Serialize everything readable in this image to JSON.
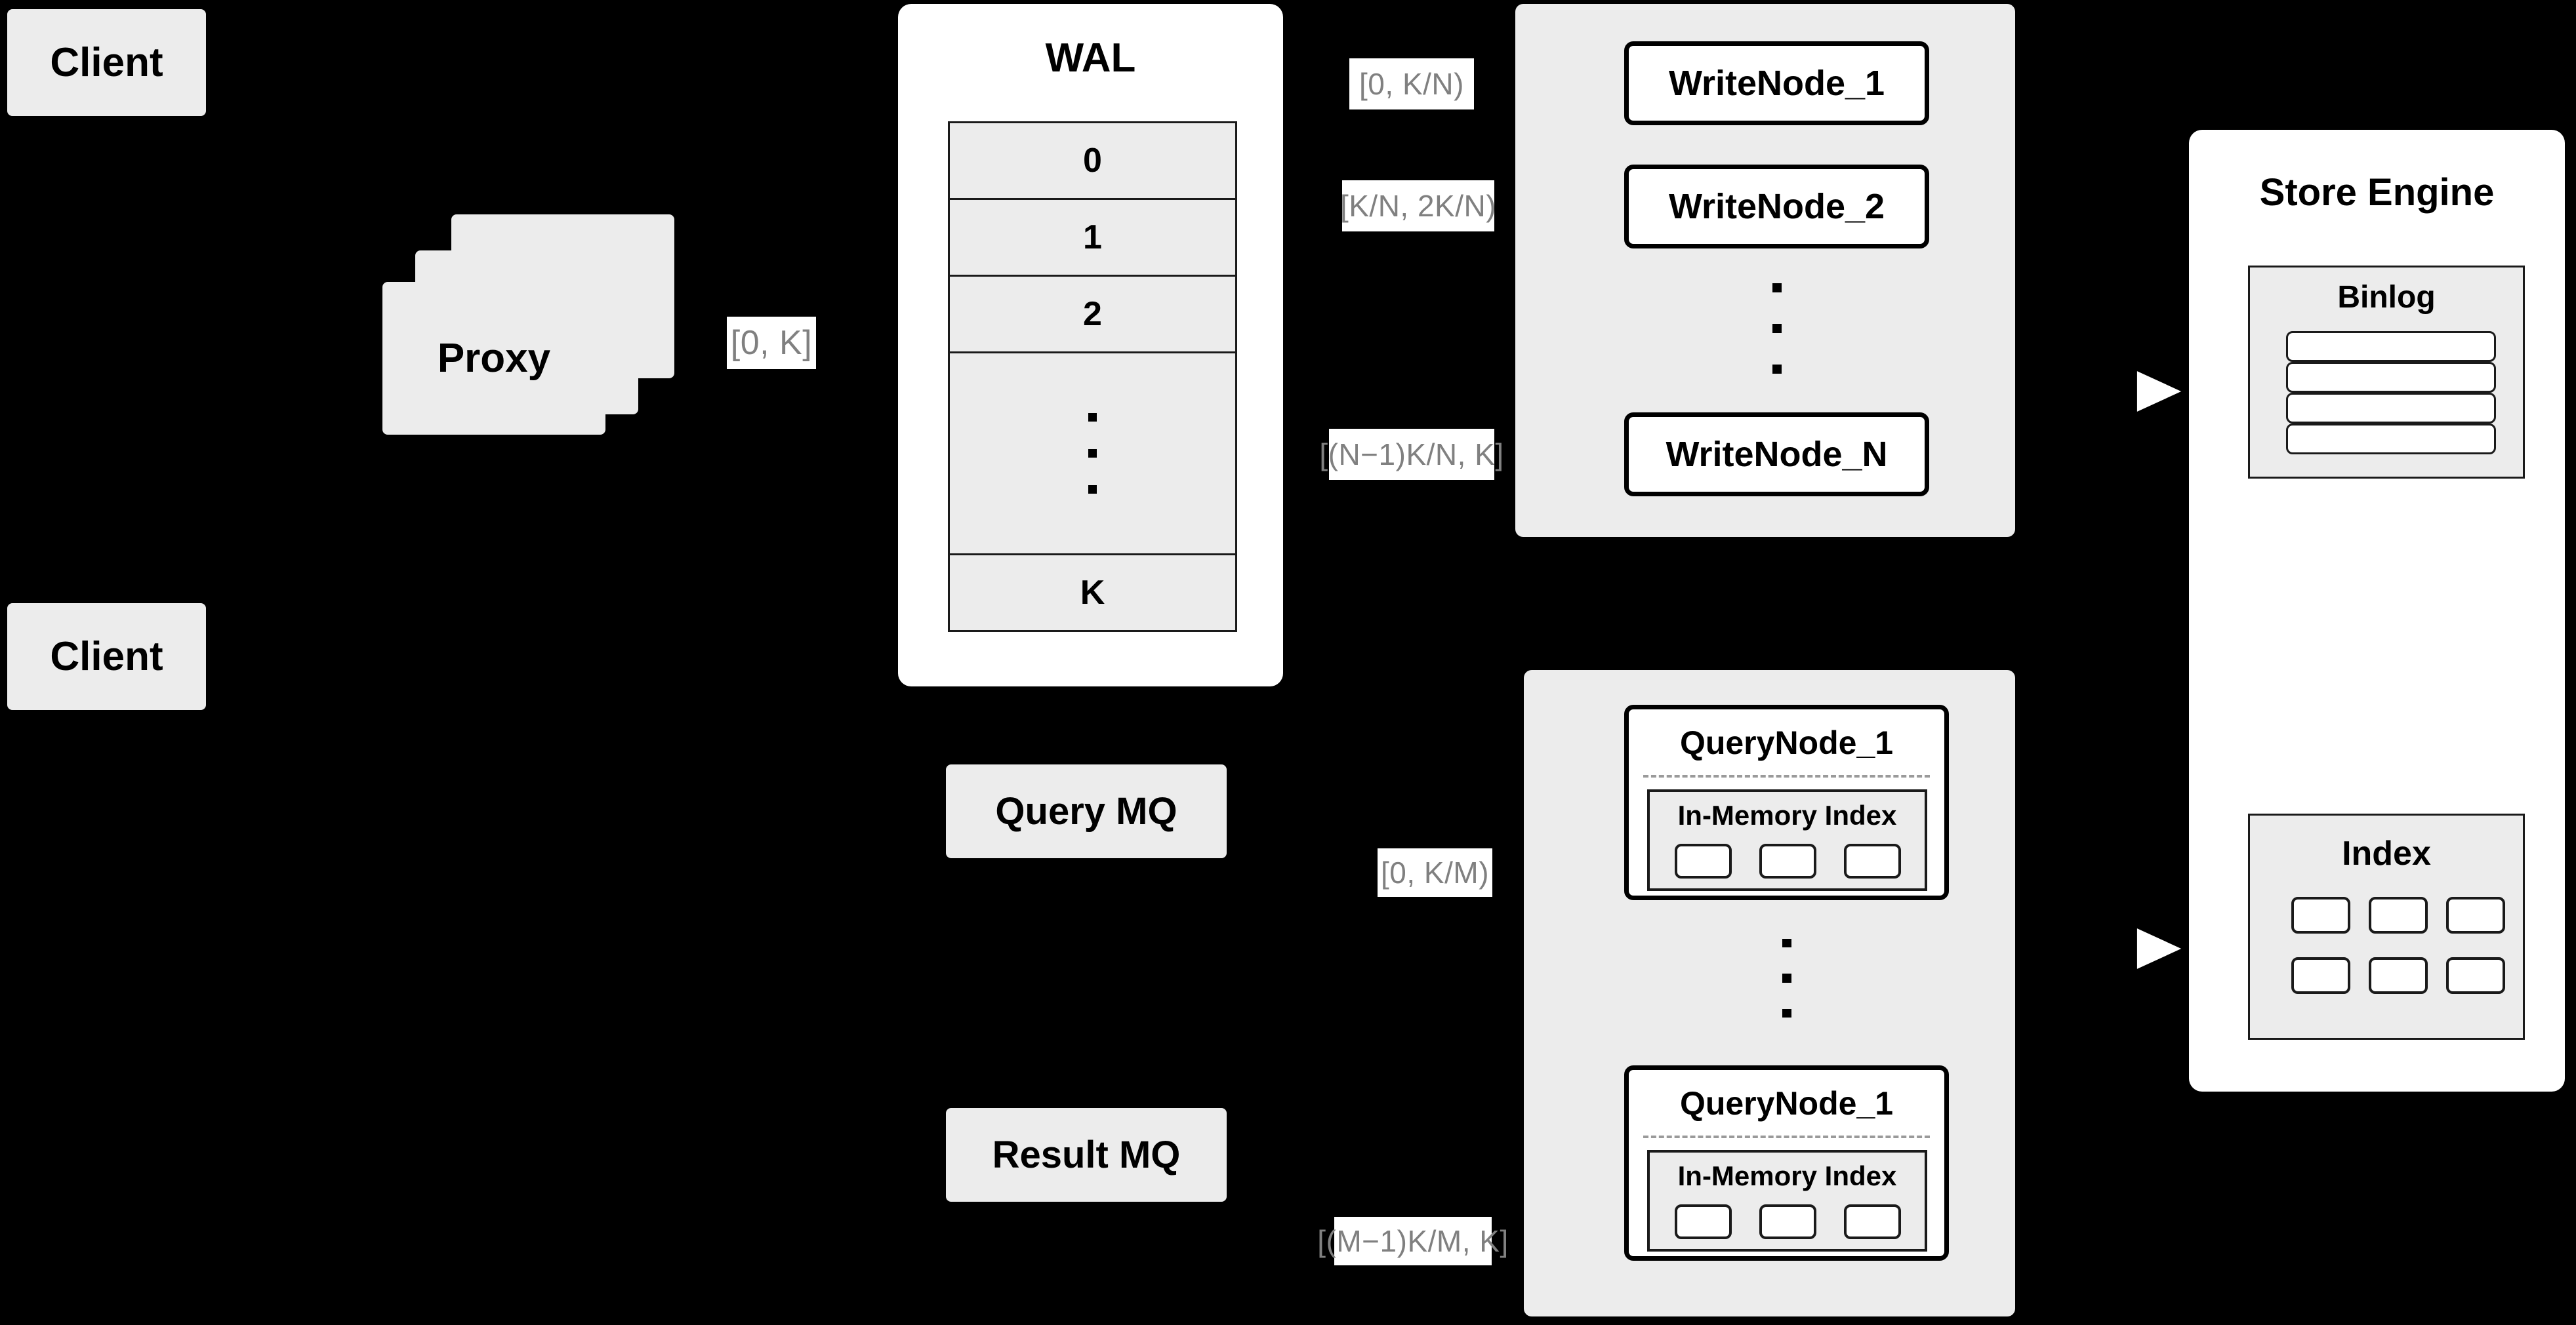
{
  "diagram": {
    "background_color": "#000000",
    "panel_color": "#ececec",
    "white_color": "#ffffff",
    "label_text_color": "#808080"
  },
  "clients": [
    {
      "label": "Client"
    },
    {
      "label": "Client"
    }
  ],
  "proxy": {
    "label": "Proxy",
    "stack_count": 3
  },
  "labels": {
    "proxy_to_wal": "[0, K]",
    "write_range_1": "[0,  K/N)",
    "write_range_2": "[K/N, 2K/N)",
    "write_range_n": "[(N−1)K/N,  K]",
    "query_range_1": "[0, K/M)",
    "query_range_m": "[(M−1)K/M, K]"
  },
  "wal": {
    "title": "WAL",
    "rows": [
      "0",
      "1",
      "2"
    ],
    "ellipsis": "⋮",
    "last_row": "K"
  },
  "write_cluster": {
    "nodes": [
      {
        "label": "WriteNode_1"
      },
      {
        "label": "WriteNode_2"
      },
      {
        "label": "WriteNode_N"
      }
    ],
    "ellipsis": "⋮"
  },
  "query_cluster": {
    "nodes": [
      {
        "label": "QueryNode_1",
        "index_title": "In-Memory Index",
        "index_cells": 3
      },
      {
        "label": "QueryNode_1",
        "index_title": "In-Memory Index",
        "index_cells": 3
      }
    ],
    "ellipsis": "⋮"
  },
  "message_queues": [
    {
      "label": "Query MQ"
    },
    {
      "label": "Result MQ"
    }
  ],
  "store_engine": {
    "title": "Store Engine",
    "binlog": {
      "title": "Binlog",
      "slab_count": 4
    },
    "index": {
      "title": "Index",
      "rows": 2,
      "cols": 3
    }
  }
}
